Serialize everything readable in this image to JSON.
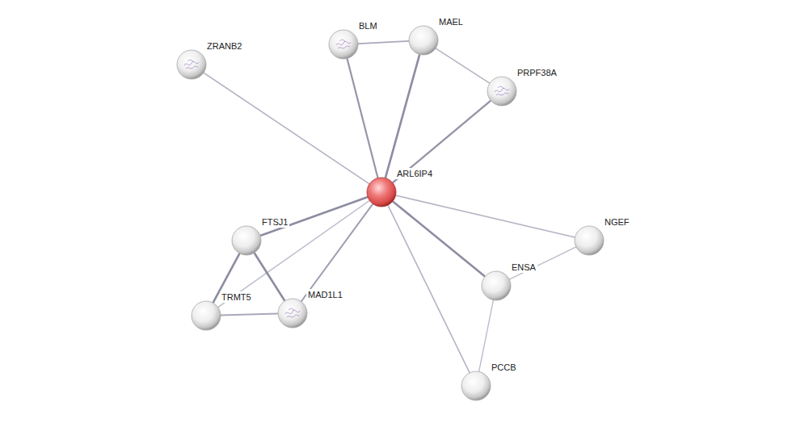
{
  "diagram": {
    "nodes": [
      {
        "text": [
          "BLM"
        ]
      },
      {
        "text": [
          "MAEL"
        ]
      },
      {
        "text": [
          "ZRANB2"
        ]
      },
      {
        "text": [
          "PRPF38A"
        ]
      },
      {
        "text": [
          "ARL6IP4"
        ]
      },
      {
        "text": [
          "NGEF"
        ]
      },
      {
        "text": [
          "FTSJ1"
        ]
      },
      {
        "text": [
          "ENSA"
        ]
      },
      {
        "text": [
          "MAD1L1"
        ]
      },
      {
        "text": [
          "TRMT5"
        ]
      },
      {
        "text": [
          "PCCB"
        ]
      }
    ],
    "edges": [
      {
        "from": 4,
        "to": 2,
        "arrow": "none"
      },
      {
        "from": 4,
        "to": 0,
        "arrow": "none"
      },
      {
        "from": 4,
        "to": 1,
        "arrow": "none"
      },
      {
        "from": 4,
        "to": 3,
        "arrow": "none"
      },
      {
        "from": 4,
        "to": 5,
        "arrow": "none"
      },
      {
        "from": 4,
        "to": 7,
        "arrow": "none"
      },
      {
        "from": 4,
        "to": 10,
        "arrow": "none"
      },
      {
        "from": 4,
        "to": 6,
        "arrow": "none"
      },
      {
        "from": 4,
        "to": 9,
        "arrow": "none"
      },
      {
        "from": 4,
        "to": 8,
        "arrow": "none"
      },
      {
        "from": 0,
        "to": 1,
        "arrow": "none"
      },
      {
        "from": 1,
        "to": 3,
        "arrow": "none"
      },
      {
        "from": 6,
        "to": 9,
        "arrow": "none"
      },
      {
        "from": 6,
        "to": 8,
        "arrow": "none"
      },
      {
        "from": 9,
        "to": 8,
        "arrow": "none"
      },
      {
        "from": 7,
        "to": 5,
        "arrow": "none"
      },
      {
        "from": 7,
        "to": 10,
        "arrow": "none"
      }
    ]
  }
}
